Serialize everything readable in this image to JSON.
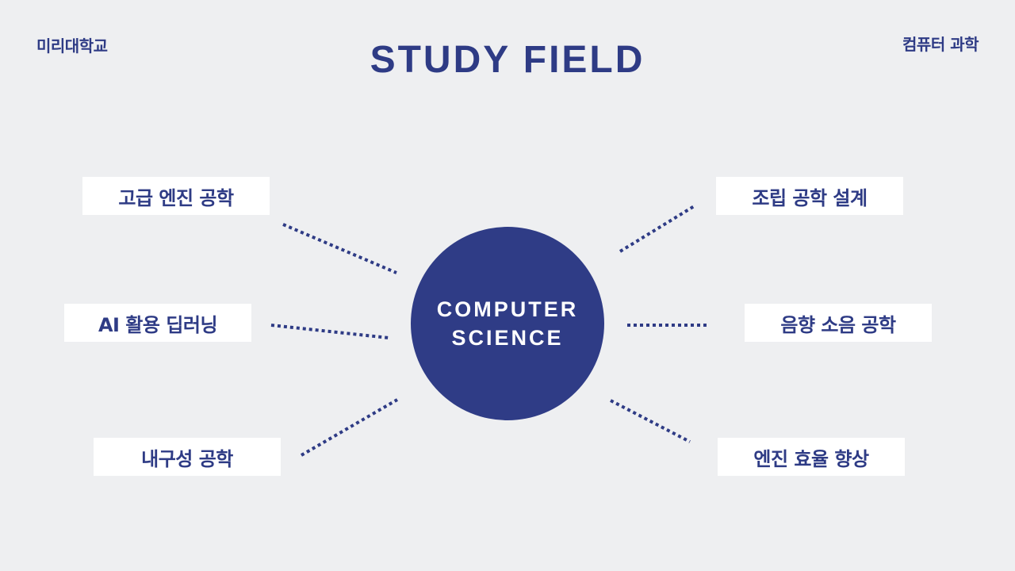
{
  "header": {
    "left_label": "미리대학교",
    "title": "STUDY FIELD",
    "right_label": "컴퓨터 과학"
  },
  "center": {
    "line1": "COMPUTER",
    "line2": "SCIENCE",
    "color": "#2f3c86"
  },
  "fields": {
    "left": [
      {
        "label": "고급 엔진 공학"
      },
      {
        "label": "AI 활용 딥러닝"
      },
      {
        "label": "내구성 공학"
      }
    ],
    "right": [
      {
        "label": "조립 공학 설계"
      },
      {
        "label": "음향 소음 공학"
      },
      {
        "label": "엔진 효율 향상"
      }
    ]
  },
  "colors": {
    "background": "#eeeff1",
    "accent": "#2e3b85",
    "box": "#ffffff"
  }
}
